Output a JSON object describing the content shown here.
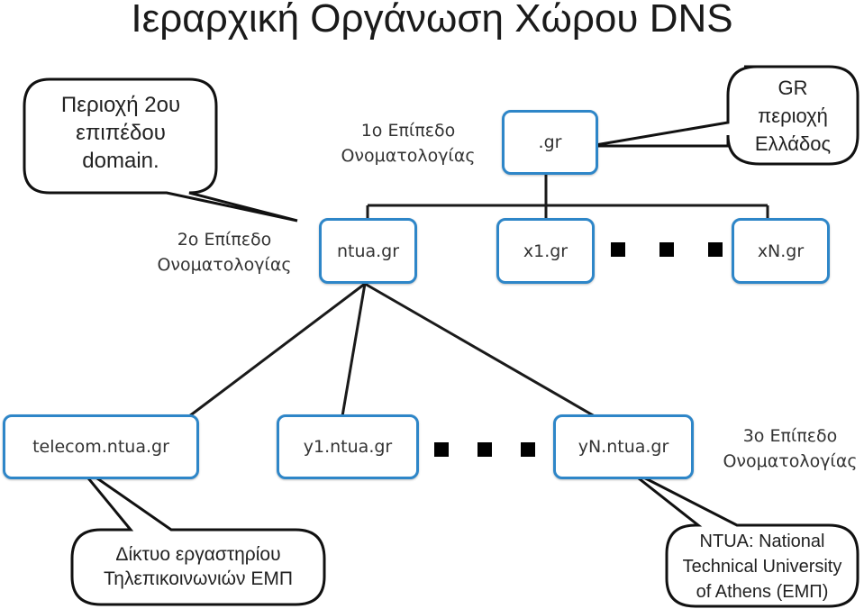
{
  "title": "Ιεραρχική Οργάνωση Χώρου DNS",
  "levels": {
    "level1": "1ο Επίπεδο\nΟνοματολογίας",
    "level2": "2ο Επίπεδο\nΟνοματολογίας",
    "level3": "3ο Επίπεδο\nΟνοματολογίας"
  },
  "nodes": {
    "root": ".gr",
    "ntua": "ntua.gr",
    "x1": "x1.gr",
    "xn": "xN.gr",
    "telecom": "telecom.ntua.gr",
    "y1": "y1.ntua.gr",
    "yn": "yN.ntua.gr"
  },
  "callouts": {
    "gr": "GR\nπεριοχή\nΕλλάδος",
    "second_level": "Περιοχή 2ου\nεπιπέδου\ndomain.",
    "telecom": "Δίκτυο εργαστηρίου\nΤηλεπικοινωνιών ΕΜΠ",
    "ntua": "NTUA: National\nTechnical University\nof Athens (ΕΜΠ)"
  },
  "colors": {
    "node_border": "#2e86c8",
    "line": "#1a1a1a"
  }
}
